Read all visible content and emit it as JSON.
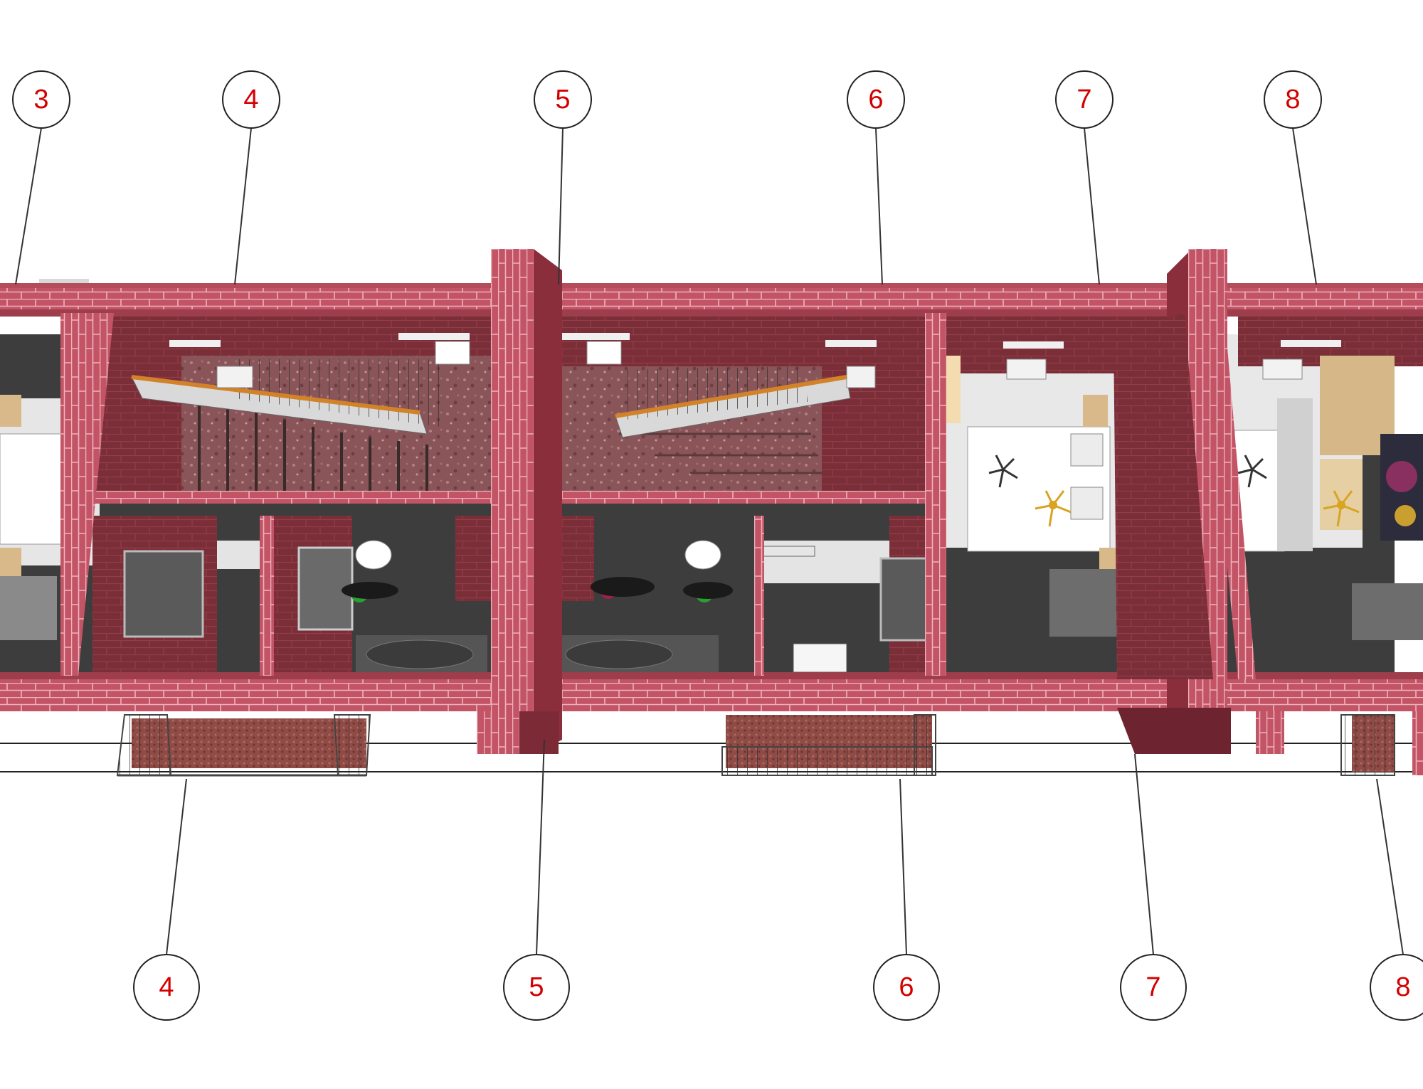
{
  "drawing": {
    "type": "isometric floor plan section",
    "colors": {
      "brick": "#c25466",
      "brick_mortar": "#e6a6b0",
      "interior_wall": "#7c2f39",
      "floor_dark": "#3c3c3c",
      "floor_light": "#e5e5e5",
      "granite": "#8d5a5e",
      "marker_text": "#d40000",
      "leader_line": "#333333"
    }
  },
  "axis_markers_top": [
    {
      "label": "3"
    },
    {
      "label": "4"
    },
    {
      "label": "5"
    },
    {
      "label": "6"
    },
    {
      "label": "7"
    },
    {
      "label": "8"
    }
  ],
  "axis_markers_bottom": [
    {
      "label": "4"
    },
    {
      "label": "5"
    },
    {
      "label": "6"
    },
    {
      "label": "7"
    },
    {
      "label": "8"
    }
  ]
}
